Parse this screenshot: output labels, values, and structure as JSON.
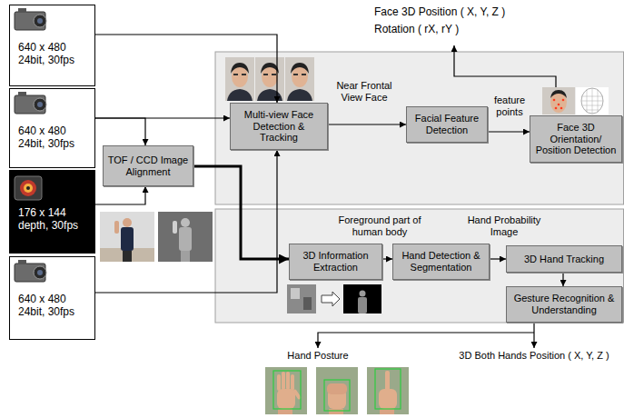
{
  "diagram": {
    "nodes": [
      {
        "text": [
          "640 x 480 24bit, 30fps"
        ]
      },
      {
        "text": [
          "640 x 480 24bit, 30fps"
        ]
      },
      {
        "text": [
          "176 x 144 depth, 30fps"
        ]
      },
      {
        "text": [
          "640 x 480 24bit, 30fps"
        ]
      },
      {
        "text": [
          "TOF / CCD Image Alignment"
        ]
      },
      {
        "text": [
          "Multi-view Face Detection & Tracking"
        ]
      },
      {
        "text": [
          "Facial Feature Detection"
        ]
      },
      {
        "text": [
          "Face 3D Orientation/ Position Detection"
        ]
      },
      {
        "text": [
          "3D Information Extraction"
        ]
      },
      {
        "text": [
          "Hand Detection & Segmentation"
        ]
      },
      {
        "text": [
          "3D Hand Tracking"
        ]
      },
      {
        "text": [
          "Gesture Recognition & Understanding"
        ]
      }
    ],
    "edges": [
      {
        "from": 0,
        "to": 5,
        "arrow": "to"
      },
      {
        "from": 1,
        "to": 5,
        "arrow": "to"
      },
      {
        "from": 1,
        "to": 4,
        "arrow": "to"
      },
      {
        "from": 2,
        "to": 4,
        "arrow": "to"
      },
      {
        "from": 3,
        "to": 5,
        "arrow": "to"
      },
      {
        "from": 4,
        "to": 8,
        "arrow": "to"
      },
      {
        "from": 5,
        "to": 6,
        "arrow": "to"
      },
      {
        "from": 6,
        "to": 7,
        "arrow": "to"
      },
      {
        "from": 8,
        "to": 9,
        "arrow": "to"
      },
      {
        "from": 9,
        "to": 10,
        "arrow": "to"
      },
      {
        "from": 10,
        "to": 11,
        "arrow": "to"
      }
    ],
    "labels": [
      "Face 3D Position ( X, Y, Z )",
      "Rotation ( rX, rY )",
      "Near Frontal View Face",
      "feature points",
      "Foreground part of human body",
      "Hand Probability Image",
      "Hand Posture",
      "3D Both Hands Position ( X, Y, Z )"
    ]
  }
}
